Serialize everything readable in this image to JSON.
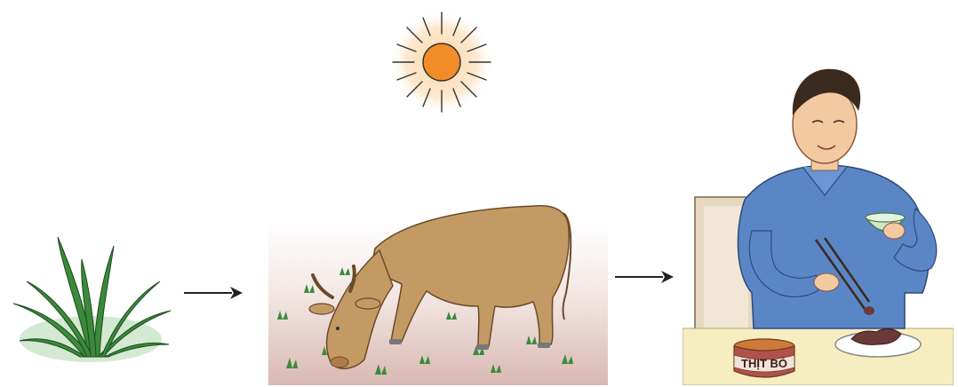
{
  "diagram": {
    "nodes": [
      {
        "id": "sun",
        "icon": "sun-icon"
      },
      {
        "id": "grass",
        "icon": "grass-icon"
      },
      {
        "id": "cow",
        "icon": "cow-grazing-icon"
      },
      {
        "id": "man",
        "icon": "man-eating-icon"
      }
    ],
    "edges": [
      {
        "from": "grass",
        "to": "cow"
      },
      {
        "from": "cow",
        "to": "man"
      }
    ],
    "can_label": "THỊT BÒ",
    "colors": {
      "sun": "#f28c28",
      "grass": "#3a8a3a",
      "cow": "#c39a64",
      "shirt": "#5b86c6",
      "arrow": "#222222"
    }
  }
}
